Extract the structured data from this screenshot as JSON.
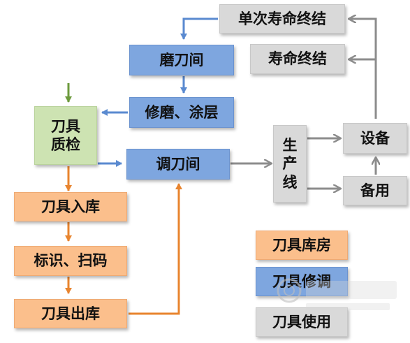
{
  "nodes": {
    "single_life_end": "单次寿命终结",
    "life_end": "寿命终结",
    "grinding_room": "磨刀间",
    "regrind_coating": "修磨、涂层",
    "tool_qc_line1": "刀具",
    "tool_qc_line2": "质检",
    "tool_adjust_room": "调刀间",
    "tool_storage_in": "刀具入库",
    "label_scan": "标识、扫码",
    "tool_storage_out": "刀具出库",
    "production_line_1": "生",
    "production_line_2": "产",
    "production_line_3": "线",
    "equipment": "设备",
    "spare": "备用"
  },
  "legend": {
    "tool_warehouse": "刀具库房",
    "tool_repair_adjust": "刀具修调",
    "tool_usage": "刀具使用"
  },
  "colors": {
    "blue_box": "#7ea6df",
    "orange_box": "#fbbf8c",
    "green_box": "#cde3b2",
    "grey_box": "#d9d9d9",
    "blue_arrow": "#5a8ad0",
    "orange_arrow": "#e8842e",
    "grey_arrow": "#8c8c8c",
    "green_arrow": "#6c9a3c"
  }
}
